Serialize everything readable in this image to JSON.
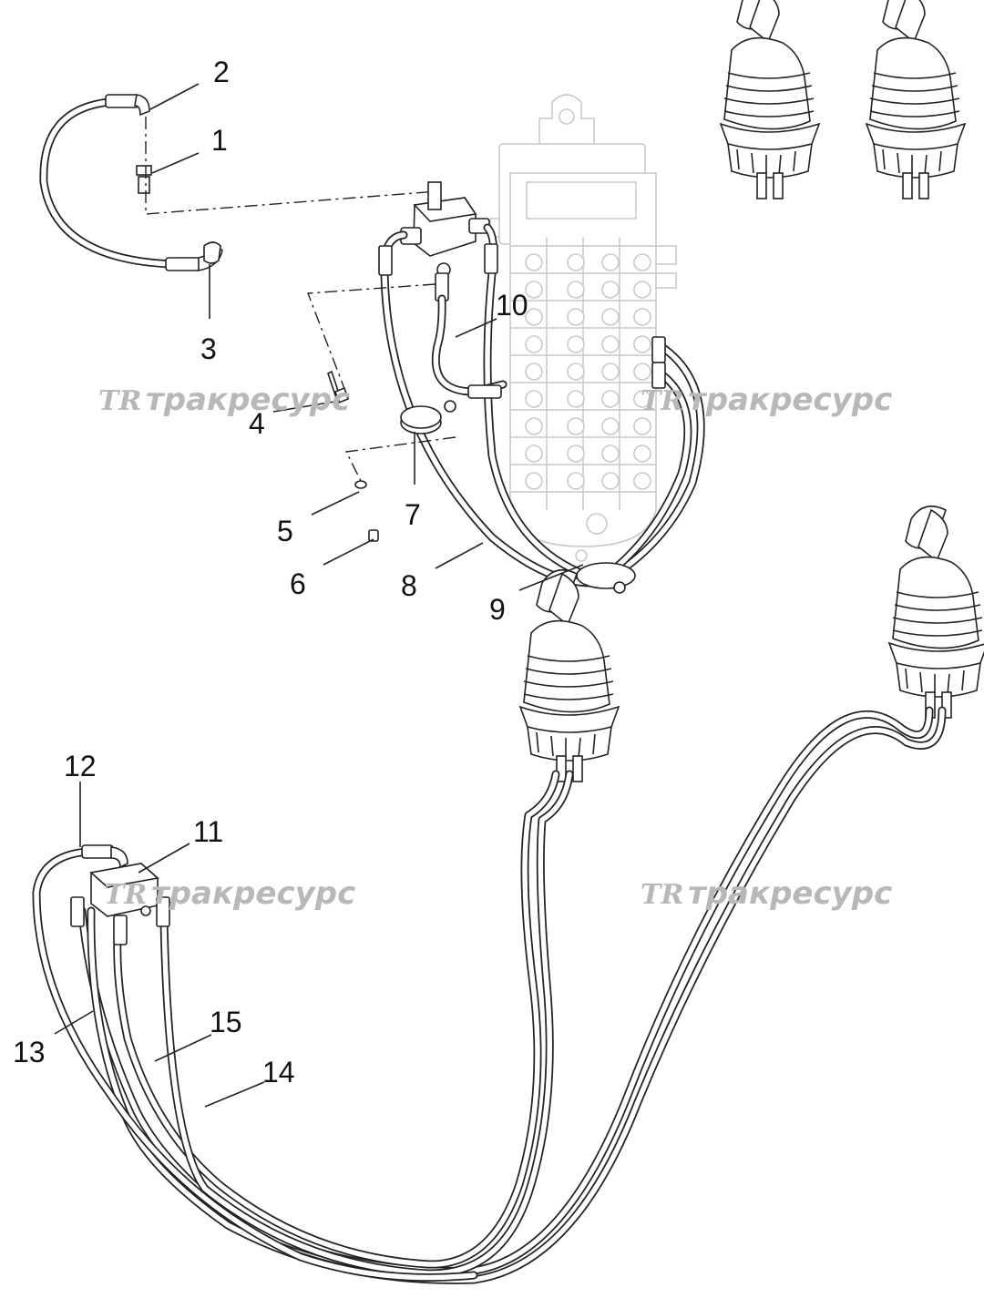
{
  "watermark": {
    "logo": "TR",
    "text": "тракресурс"
  },
  "callouts": {
    "c1": "1",
    "c2": "2",
    "c3": "3",
    "c4": "4",
    "c5": "5",
    "c6": "6",
    "c7": "7",
    "c8": "8",
    "c9": "9",
    "c10": "10",
    "c11": "11",
    "c12": "12",
    "c13": "13",
    "c14": "14",
    "c15": "15"
  }
}
